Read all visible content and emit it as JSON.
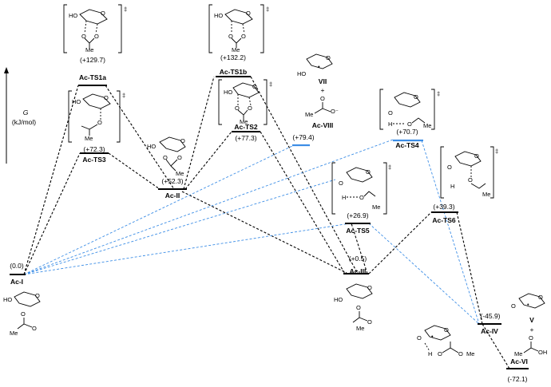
{
  "axis": {
    "symbol": "G",
    "unit": "(kJ/mol)"
  },
  "dagger": "‡",
  "dagger_dot": "‡",
  "dot": "•",
  "plus": "+",
  "atoms": {
    "HO": "HO",
    "O": "O",
    "Me": "Me",
    "H": "H",
    "OH": "OH",
    "Ominus": "O⁻"
  },
  "states": [
    {
      "id": "AcI",
      "name": "Ac-I",
      "value": "(0.0)"
    },
    {
      "id": "AcII",
      "name": "Ac-II",
      "value": "(+52.3)"
    },
    {
      "id": "AcIII",
      "name": "Ac-III",
      "value": "(+0.5)"
    },
    {
      "id": "AcIV",
      "name": "Ac-IV",
      "value": "(-45.9)"
    },
    {
      "id": "AcVI",
      "name": "Ac-VI",
      "value": "(-72.1)"
    },
    {
      "id": "AcTS1a",
      "name": "Ac-TS1a",
      "value": "(+129.7)"
    },
    {
      "id": "AcTS1b",
      "name": "Ac-TS1b",
      "value": "(+132.2)"
    },
    {
      "id": "AcTS2",
      "name": "Ac-TS2",
      "value": "(+77.3)"
    },
    {
      "id": "AcTS3",
      "name": "Ac-TS3",
      "value": "(+72.3)"
    },
    {
      "id": "AcTS4",
      "name": "Ac-TS4",
      "value": "(+70.7)"
    },
    {
      "id": "AcTS5",
      "name": "Ac-TS5",
      "value": "(+26.9)"
    },
    {
      "id": "AcTS6",
      "name": "Ac-TS6",
      "value": "(+39.3)"
    },
    {
      "id": "AcVIII",
      "name": "Ac-VIII",
      "value": "(+79.4)"
    }
  ],
  "fragments": {
    "VII": "VII",
    "VIII": "Ac-VIII",
    "V": "V"
  },
  "colors": {
    "black_path": "#000000",
    "blue_path": "#3d8ee6",
    "blue_level": "#3d8ee6"
  }
}
